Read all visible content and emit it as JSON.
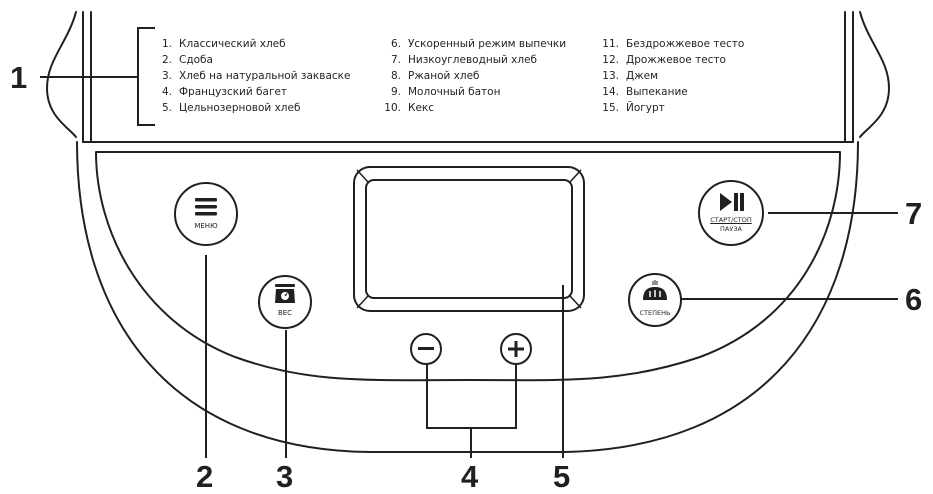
{
  "programs": {
    "column1": [
      {
        "num": "1.",
        "name": "Классический хлеб"
      },
      {
        "num": "2.",
        "name": "Сдоба"
      },
      {
        "num": "3.",
        "name": "Хлеб на натуральной закваске"
      },
      {
        "num": "4.",
        "name": "Французский багет"
      },
      {
        "num": "5.",
        "name": "Цельнозерновой хлеб"
      }
    ],
    "column2": [
      {
        "num": "6.",
        "name": "Ускоренный режим выпечки"
      },
      {
        "num": "7.",
        "name": "Низкоуглеводный хлеб"
      },
      {
        "num": "8.",
        "name": "Ржаной хлеб"
      },
      {
        "num": "9.",
        "name": "Молочный батон"
      },
      {
        "num": "10.",
        "name": "Кекс"
      }
    ],
    "column3": [
      {
        "num": "11.",
        "name": "Бездрожжевое тесто"
      },
      {
        "num": "12.",
        "name": "Дрожжевое тесто"
      },
      {
        "num": "13.",
        "name": "Джем"
      },
      {
        "num": "14.",
        "name": "Выпекание"
      },
      {
        "num": "15.",
        "name": "Йогурт"
      }
    ]
  },
  "buttons": {
    "menu": {
      "label": "МЕНЮ",
      "icon": "hamburger-icon"
    },
    "weight": {
      "label": "ВЕС",
      "icon": "scale-icon"
    },
    "start": {
      "label_top": "СТАРТ/СТОП",
      "label_bottom": "ПАУЗА",
      "icon": "play-pause-icon"
    },
    "crust": {
      "label": "СТЕПЕНЬ",
      "icon": "bread-icon"
    },
    "minus": {
      "icon": "minus-icon"
    },
    "plus": {
      "icon": "plus-icon"
    }
  },
  "callouts": {
    "c1": "1",
    "c2": "2",
    "c3": "3",
    "c4": "4",
    "c5": "5",
    "c6": "6",
    "c7": "7"
  }
}
